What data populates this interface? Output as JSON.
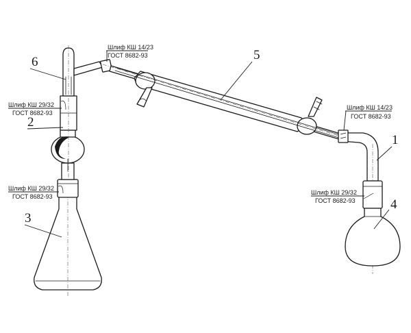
{
  "callouts": {
    "c1": "1",
    "c2": "2",
    "c3": "3",
    "c4": "4",
    "c5": "5",
    "c6": "6"
  },
  "joints": {
    "top_left": {
      "line1": "Шлиф КШ 14/23",
      "line2": "ГОСТ 8682-93"
    },
    "top_right": {
      "line1": "Шлиф КШ 14/23",
      "line2": "ГОСТ 8682-93"
    },
    "left_upper": {
      "line1": "Шлиф КШ 29/32",
      "line2": "ГОСТ 8682-93"
    },
    "left_lower": {
      "line1": "Шлиф КШ 29/32",
      "line2": "ГОСТ 8682-93"
    },
    "right_lower": {
      "line1": "Шлиф КШ 29/32",
      "line2": "ГОСТ 8682-93"
    }
  }
}
